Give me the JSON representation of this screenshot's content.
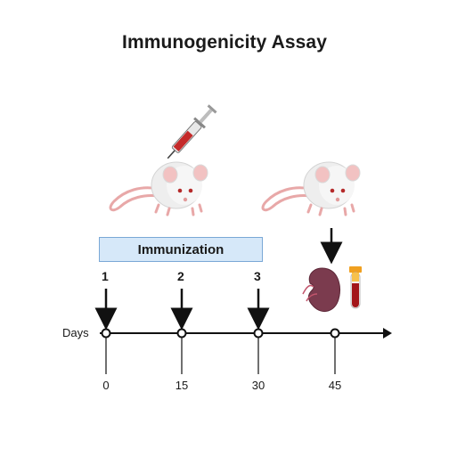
{
  "title": "Immunogenicity Assay",
  "phase_label": "Immunization",
  "axis_label": "Days",
  "doses": [
    "1",
    "2",
    "3"
  ],
  "timeline_ticks": [
    "0",
    "15",
    "30",
    "45"
  ],
  "icons": [
    "syringe-icon",
    "mouse-icon",
    "spleen-icon",
    "blood-tube-icon"
  ],
  "colors": {
    "box_fill": "#d6e8f9",
    "box_border": "#7aa8d6",
    "syringe_fluid": "#c42a2a",
    "spleen": "#7b3b4e",
    "blood": "#a3161a"
  }
}
